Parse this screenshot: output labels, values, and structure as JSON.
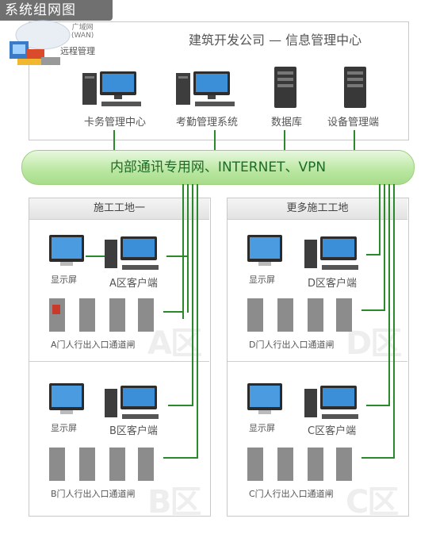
{
  "header": {
    "title": "系统组网图",
    "company": "建筑开发公司 — 信息管理中心",
    "wan_label": "广域网\n(WAN)",
    "remote_label": "远程管理"
  },
  "hq": {
    "items": [
      "卡务管理中心",
      "考勤管理系统",
      "数据库",
      "设备管理端"
    ]
  },
  "network_bar": "内部通讯专用网、INTERNET、VPN",
  "zones": {
    "left_title": "施工工地一",
    "right_title": "更多施工工地",
    "a": {
      "display": "显示屏",
      "client": "A区客户端",
      "gate": "A门人行出入口通道闸",
      "mark": "A区"
    },
    "b": {
      "display": "显示屏",
      "client": "B区客户端",
      "gate": "B门人行出入口通道闸",
      "mark": "B区"
    },
    "d": {
      "display": "显示屏",
      "client": "D区客户端",
      "gate": "D门人行出入口通道闸",
      "mark": "D区"
    },
    "c": {
      "display": "显示屏",
      "client": "C区客户端",
      "gate": "C门人行出入口通道闸",
      "mark": "C区"
    }
  }
}
